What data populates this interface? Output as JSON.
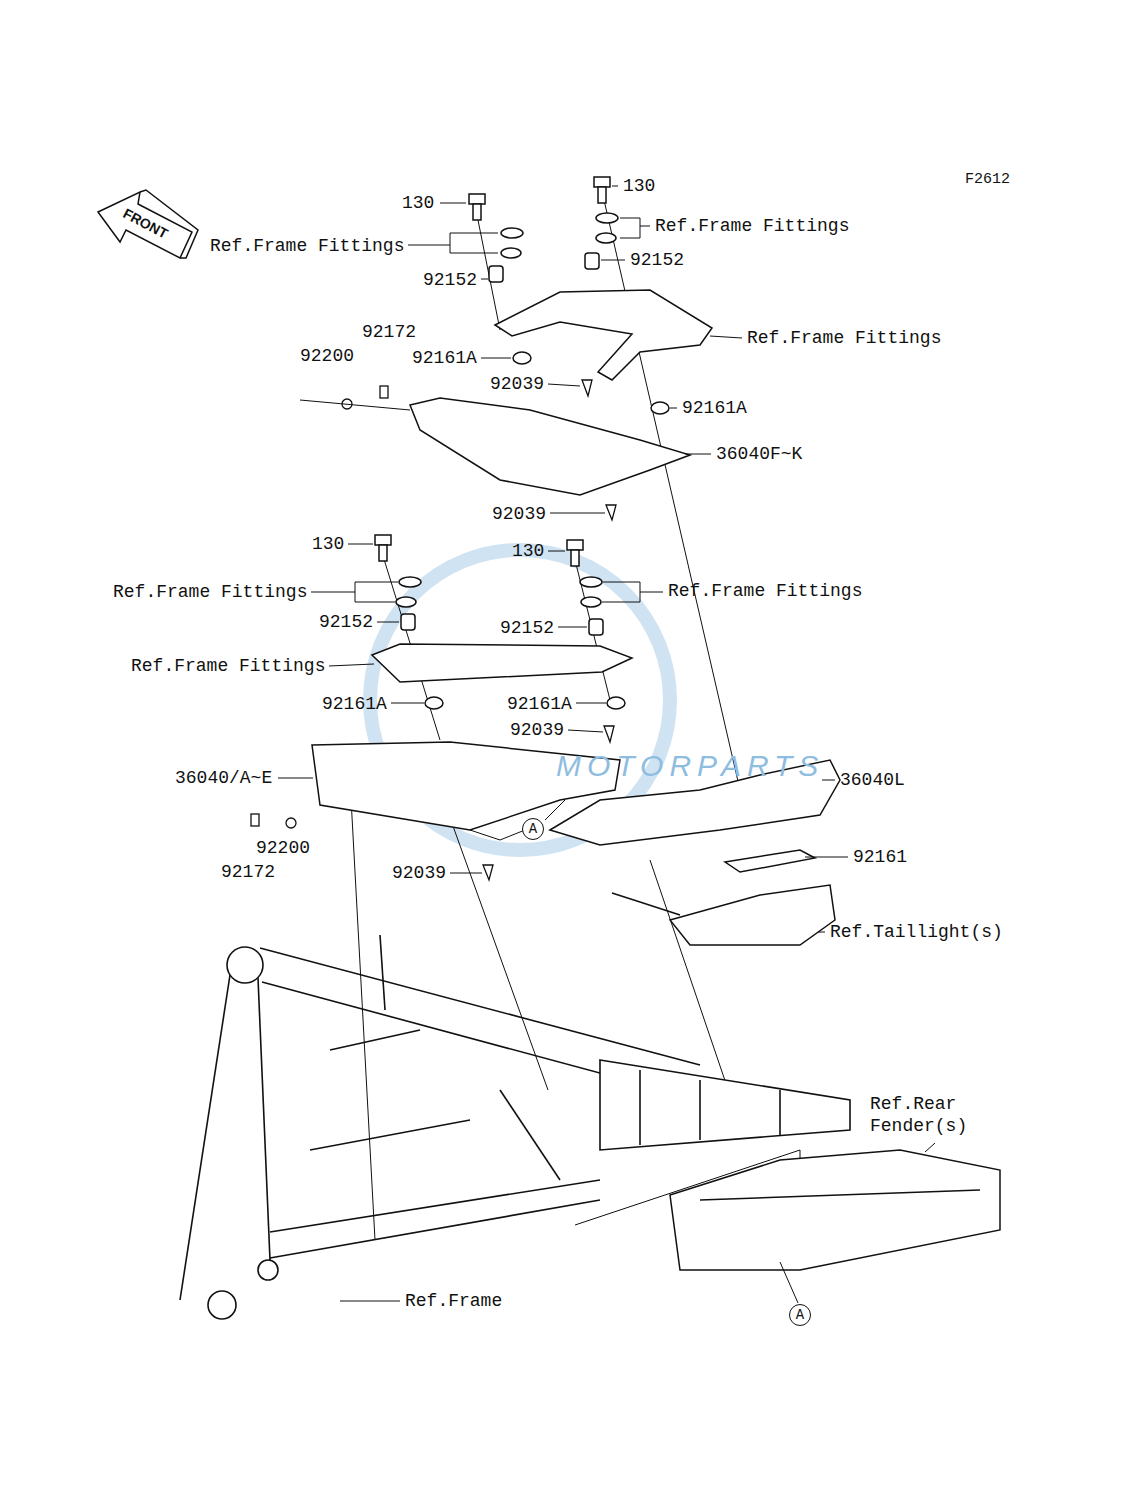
{
  "diagram": {
    "labels": [
      "F2612",
      "FRONT",
      "130",
      "130",
      "Ref.Frame Fittings",
      "Ref.Frame Fittings",
      "92152",
      "92152",
      "Ref.Frame Fittings",
      "92172",
      "92200",
      "92161A",
      "92039",
      "92161A",
      "36040F~K",
      "92039",
      "130",
      "130",
      "Ref.Frame Fittings",
      "Ref.Frame Fittings",
      "92152",
      "92152",
      "Ref.Frame Fittings",
      "92161A",
      "92161A",
      "92039",
      "36040/A~E",
      "36040L",
      "92200",
      "92172",
      "92039",
      "A",
      "92161",
      "Ref.Taillight(s)",
      "Ref.Rear Fender(s)",
      "Ref.Frame",
      "A",
      "MOTORPARTS"
    ]
  }
}
